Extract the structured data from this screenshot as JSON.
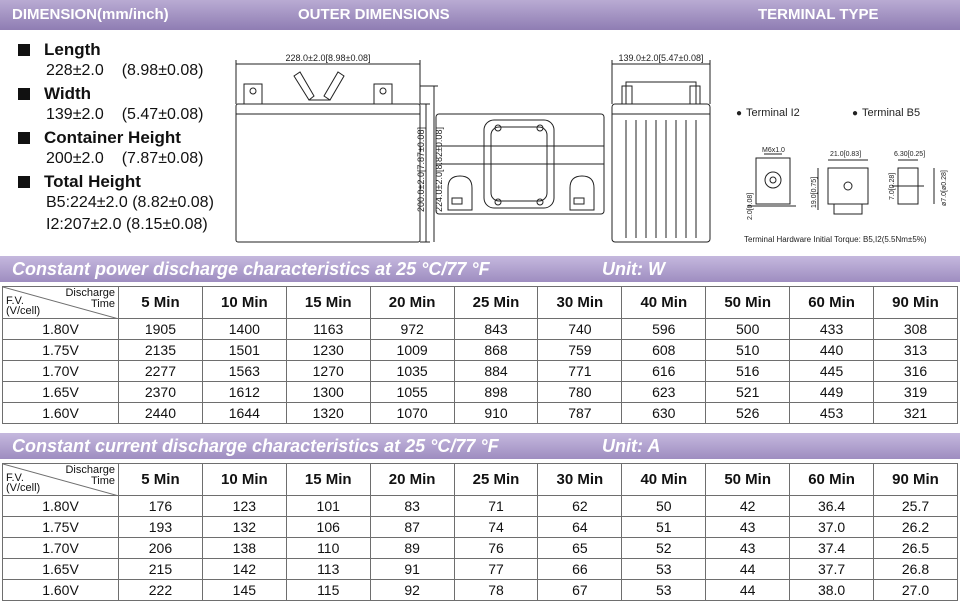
{
  "header": {
    "dimension_title": "DIMENSION(mm/inch)",
    "outer_title": "OUTER DIMENSIONS",
    "terminal_title": "TERMINAL TYPE"
  },
  "dimensions": {
    "length": {
      "label": "Length",
      "mm": "228±2.0",
      "inch": "(8.98±0.08)"
    },
    "width": {
      "label": "Width",
      "mm": "139±2.0",
      "inch": "(5.47±0.08)"
    },
    "container_height": {
      "label": "Container Height",
      "mm": "200±2.0",
      "inch": "(7.87±0.08)"
    },
    "total_height": {
      "label": "Total Height",
      "b5": "B5:224±2.0",
      "b5_inch": "(8.82±0.08)",
      "i2": "I2:207±2.0",
      "i2_inch": "(8.15±0.08)"
    }
  },
  "drawing": {
    "length_dim": "228.0±2.0[8.98±0.08]",
    "width_dim": "139.0±2.0[5.47±0.08]",
    "container_h": "200.0±2.0[7.87±0.08]",
    "total_h": "224.0±2.0[8.82±0.08]"
  },
  "terminal": {
    "i2_label": "Terminal I2",
    "b5_label": "Terminal B5",
    "bullet": "●",
    "m6": "M6x1.0",
    "d1": "21.0[0.83]",
    "d2": "6.30[0.25]",
    "d3": "19.0[0.75]",
    "d4": "2.0[0.08]",
    "d5": "7.0[0.28]",
    "d6": "ø7.0[ø0.28]",
    "torque": "Terminal Hardware Initial Torque: B5,I2(5.5Nm±5%)"
  },
  "power": {
    "title": "Constant power discharge characteristics at 25 °C/77 °F",
    "unit": "Unit: W",
    "corner_top": [
      "Discharge",
      "Time"
    ],
    "corner_bottom": [
      "F.V.",
      "(V/cell)"
    ],
    "columns": [
      "5 Min",
      "10 Min",
      "15 Min",
      "20 Min",
      "25 Min",
      "30 Min",
      "40 Min",
      "50 Min",
      "60 Min",
      "90 Min"
    ],
    "rows": [
      {
        "fv": "1.80V",
        "values": [
          "1905",
          "1400",
          "1163",
          "972",
          "843",
          "740",
          "596",
          "500",
          "433",
          "308"
        ]
      },
      {
        "fv": "1.75V",
        "values": [
          "2135",
          "1501",
          "1230",
          "1009",
          "868",
          "759",
          "608",
          "510",
          "440",
          "313"
        ]
      },
      {
        "fv": "1.70V",
        "values": [
          "2277",
          "1563",
          "1270",
          "1035",
          "884",
          "771",
          "616",
          "516",
          "445",
          "316"
        ]
      },
      {
        "fv": "1.65V",
        "values": [
          "2370",
          "1612",
          "1300",
          "1055",
          "898",
          "780",
          "623",
          "521",
          "449",
          "319"
        ]
      },
      {
        "fv": "1.60V",
        "values": [
          "2440",
          "1644",
          "1320",
          "1070",
          "910",
          "787",
          "630",
          "526",
          "453",
          "321"
        ]
      }
    ]
  },
  "current": {
    "title": "Constant current discharge characteristics at 25 °C/77 °F",
    "unit": "Unit: A",
    "corner_top": [
      "Discharge",
      "Time"
    ],
    "corner_bottom": [
      "F.V.",
      "(V/cell)"
    ],
    "columns": [
      "5 Min",
      "10 Min",
      "15 Min",
      "20 Min",
      "25 Min",
      "30 Min",
      "40 Min",
      "50 Min",
      "60 Min",
      "90 Min"
    ],
    "rows": [
      {
        "fv": "1.80V",
        "values": [
          "176",
          "123",
          "101",
          "83",
          "71",
          "62",
          "50",
          "42",
          "36.4",
          "25.7"
        ]
      },
      {
        "fv": "1.75V",
        "values": [
          "193",
          "132",
          "106",
          "87",
          "74",
          "64",
          "51",
          "43",
          "37.0",
          "26.2"
        ]
      },
      {
        "fv": "1.70V",
        "values": [
          "206",
          "138",
          "110",
          "89",
          "76",
          "65",
          "52",
          "43",
          "37.4",
          "26.5"
        ]
      },
      {
        "fv": "1.65V",
        "values": [
          "215",
          "142",
          "113",
          "91",
          "77",
          "66",
          "53",
          "44",
          "37.7",
          "26.8"
        ]
      },
      {
        "fv": "1.60V",
        "values": [
          "222",
          "145",
          "115",
          "92",
          "78",
          "67",
          "53",
          "44",
          "38.0",
          "27.0"
        ]
      }
    ]
  }
}
